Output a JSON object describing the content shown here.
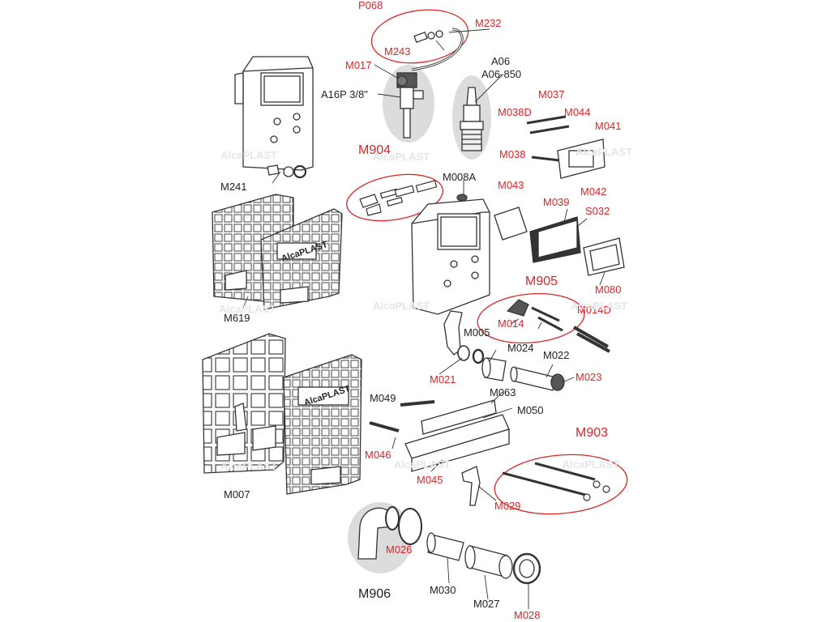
{
  "colors": {
    "red": "#d8262b",
    "black": "#222222",
    "shade": "#dcdcdc",
    "line": "#333333"
  },
  "watermark": "AlcaPLAST",
  "brand": "AlcaPLAST",
  "labels": [
    {
      "id": "P068",
      "text": "P068",
      "tone": "red"
    },
    {
      "id": "M232",
      "text": "M232",
      "tone": "red"
    },
    {
      "id": "M243",
      "text": "M243",
      "tone": "red"
    },
    {
      "id": "M017",
      "text": "M017",
      "tone": "red"
    },
    {
      "id": "A06",
      "text": "A06",
      "tone": "black"
    },
    {
      "id": "A06-850",
      "text": "A06-850",
      "tone": "black"
    },
    {
      "id": "A16P",
      "text": "A16P 3/8\"",
      "tone": "black"
    },
    {
      "id": "M037",
      "text": "M037",
      "tone": "red"
    },
    {
      "id": "M038D",
      "text": "M038D",
      "tone": "red"
    },
    {
      "id": "M044",
      "text": "M044",
      "tone": "red"
    },
    {
      "id": "M041",
      "text": "M041",
      "tone": "red"
    },
    {
      "id": "M038",
      "text": "M038",
      "tone": "red"
    },
    {
      "id": "M042",
      "text": "M042",
      "tone": "red"
    },
    {
      "id": "M904",
      "text": "M904",
      "tone": "red"
    },
    {
      "id": "M008A",
      "text": "M008A",
      "tone": "black"
    },
    {
      "id": "M043",
      "text": "M043",
      "tone": "red"
    },
    {
      "id": "M039",
      "text": "M039",
      "tone": "red"
    },
    {
      "id": "S032",
      "text": "S032",
      "tone": "red"
    },
    {
      "id": "M241",
      "text": "M241",
      "tone": "black"
    },
    {
      "id": "M080",
      "text": "M080",
      "tone": "red"
    },
    {
      "id": "M905",
      "text": "M905",
      "tone": "red"
    },
    {
      "id": "M014",
      "text": "M014",
      "tone": "red"
    },
    {
      "id": "M014D",
      "text": "M014D",
      "tone": "red"
    },
    {
      "id": "M619",
      "text": "M619",
      "tone": "black"
    },
    {
      "id": "M005",
      "text": "M005",
      "tone": "black"
    },
    {
      "id": "M024",
      "text": "M024",
      "tone": "black"
    },
    {
      "id": "M022",
      "text": "M022",
      "tone": "black"
    },
    {
      "id": "M021",
      "text": "M021",
      "tone": "red"
    },
    {
      "id": "M023",
      "text": "M023",
      "tone": "red"
    },
    {
      "id": "M049",
      "text": "M049",
      "tone": "black"
    },
    {
      "id": "M063",
      "text": "M063",
      "tone": "black"
    },
    {
      "id": "M050",
      "text": "M050",
      "tone": "black"
    },
    {
      "id": "M046",
      "text": "M046",
      "tone": "red"
    },
    {
      "id": "M903",
      "text": "M903",
      "tone": "red"
    },
    {
      "id": "M045",
      "text": "M045",
      "tone": "red"
    },
    {
      "id": "M007",
      "text": "M007",
      "tone": "black"
    },
    {
      "id": "M029",
      "text": "M029",
      "tone": "red"
    },
    {
      "id": "M026",
      "text": "M026",
      "tone": "red"
    },
    {
      "id": "M906",
      "text": "M906",
      "tone": "black"
    },
    {
      "id": "M030",
      "text": "M030",
      "tone": "black"
    },
    {
      "id": "M027",
      "text": "M027",
      "tone": "black"
    },
    {
      "id": "M028",
      "text": "M028",
      "tone": "red"
    }
  ]
}
